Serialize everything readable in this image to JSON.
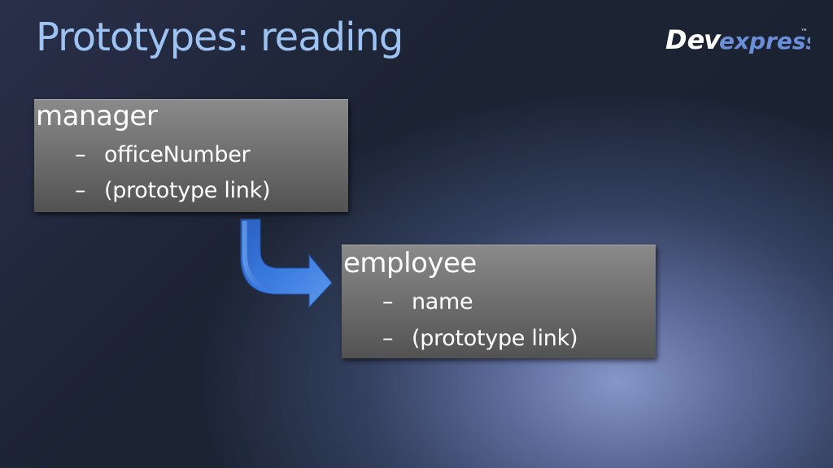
{
  "slide": {
    "title": "Prototypes: reading"
  },
  "logo": {
    "text_de": "De",
    "text_v": "v",
    "text_express": "express",
    "tm": "™",
    "colors": {
      "white": "#ffffff",
      "blue": "#6a8fd8"
    }
  },
  "manager": {
    "title": "manager",
    "items": [
      {
        "bullet": "–",
        "label": "officeNumber"
      },
      {
        "bullet": "–",
        "label": "(prototype link)"
      }
    ]
  },
  "employee": {
    "title": "employee",
    "items": [
      {
        "bullet": "–",
        "label": "name"
      },
      {
        "bullet": "–",
        "label": "(prototype link)"
      }
    ]
  },
  "colors": {
    "title": "#9cc3f2",
    "arrow": "#3a7be0"
  }
}
